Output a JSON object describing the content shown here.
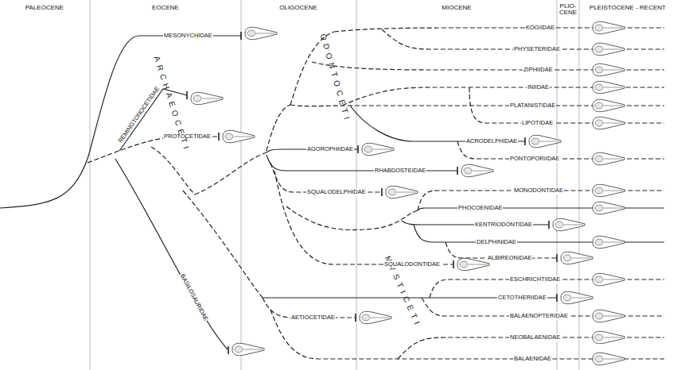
{
  "diagram": {
    "labels": [
      "PALEOCENE",
      "EOCENE",
      "OLIGOCENE",
      "MIOCENE",
      "PLIO- CENE",
      "PLEISTOCENE - RECENT",
      "MESONYCHIDAE",
      "REMINGTONOCETIDAE",
      "PROTOCETIDAE",
      "ARCHAEOCETI",
      "BASILOSAURIDAE",
      "ODONTOCETI",
      "MYSTICETI",
      "KOGIIDAE",
      "PHYSETERIDAE",
      "ZIPHIIDAE",
      "INIIDAE",
      "PLATANISTIDAE",
      "LIPOTIDAE",
      "ACRODELPHIDAE",
      "PONTOPORIIDAE",
      "AGOROPHIIDAE",
      "RHABDOSTEIDAE",
      "SQUALODELPHIDAE",
      "MONODONTIDAE",
      "PHOCOENIDAE",
      "KENTRIODONTIDAE",
      "DELPHINIDAE",
      "ALBIREONIDAE",
      "SQUALODONTIDAE",
      "ESCHRICHTIIDAE",
      "CETOTHERIIDAE",
      "BALAENOPTERIDAE",
      "NEOBALAENIDAE",
      "BALAENIDAE",
      "AETIOCETIDAE"
    ]
  }
}
